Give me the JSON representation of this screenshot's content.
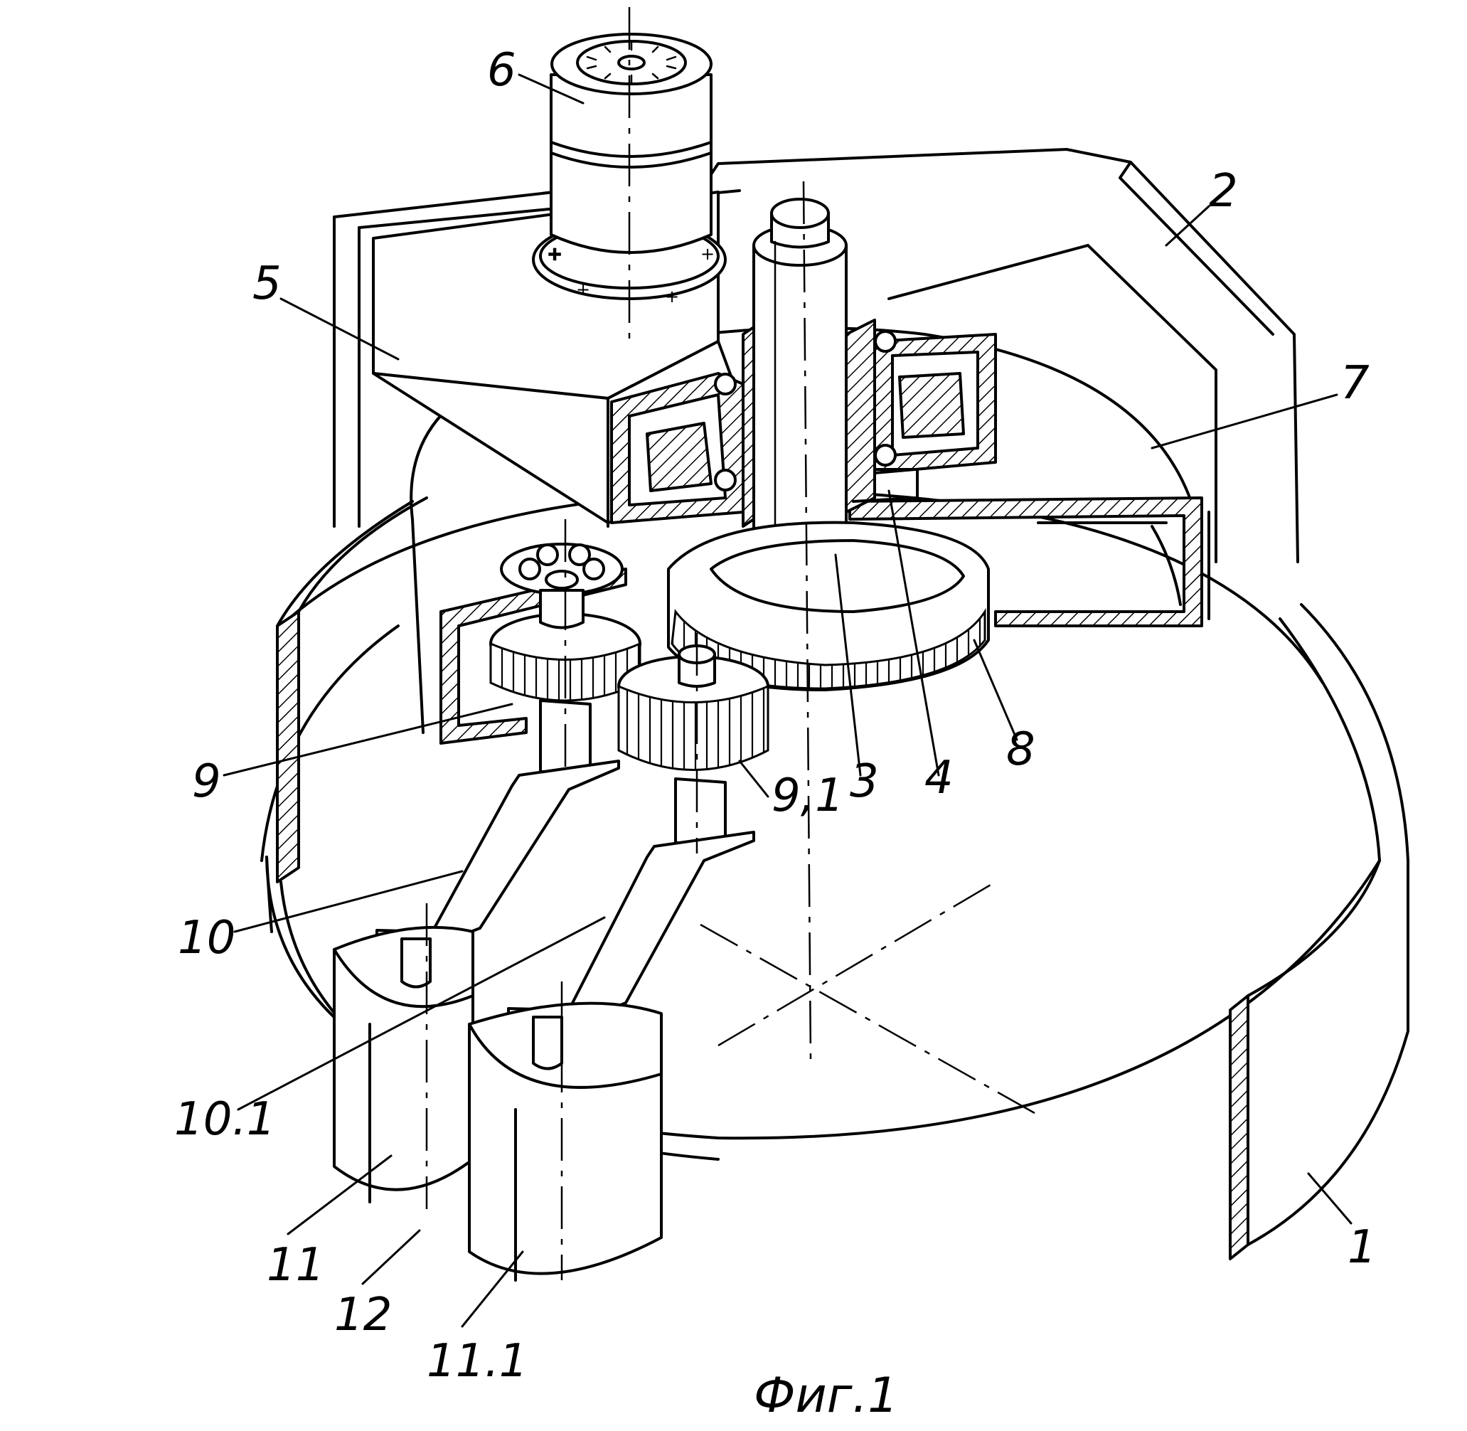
{
  "figure": {
    "caption": "Фиг.1",
    "labels": {
      "l1": "1",
      "l2": "2",
      "l3": "3",
      "l4": "4",
      "l5": "5",
      "l6": "6",
      "l7": "7",
      "l8": "8",
      "l9": "9",
      "l9_1": "9,1",
      "l10": "10",
      "l10_1": "10.1",
      "l11": "11",
      "l11_1": "11.1",
      "l12": "12"
    }
  }
}
